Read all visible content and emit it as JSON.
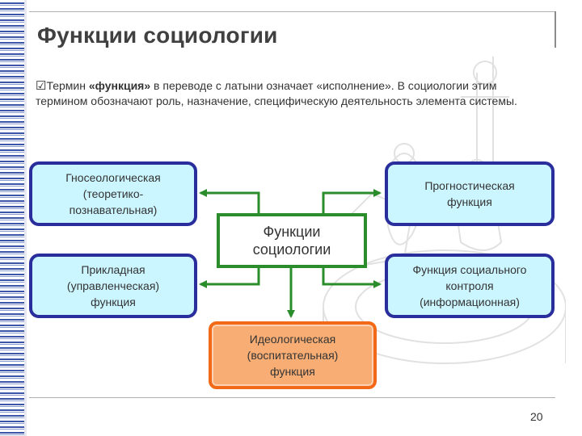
{
  "slide": {
    "title": "Функции социологии",
    "intro": {
      "checkbox_icon": "checkbox-icon",
      "prefix": "Термин ",
      "bold_term": "«функция»",
      "rest": " в переводе с латыни означает «исполнение». В социологии этим термином обозначают роль, назначение, специфическую деятельность элемента системы."
    },
    "page_number": "20"
  },
  "diagram": {
    "center": {
      "line1": "Функции",
      "line2": "социологии"
    },
    "boxes": {
      "gnoseological": {
        "line1": "Гносеологическая",
        "line2": "(теоретико-",
        "line3": "познавательная)"
      },
      "prognostic": {
        "line1": "Прогностическая",
        "line2": "функция"
      },
      "applied": {
        "line1": "Прикладная",
        "line2": "(управленческая)",
        "line3": "функция"
      },
      "social_control": {
        "line1": "Функция социального",
        "line2": "контроля",
        "line3": "(информационная)"
      },
      "ideological": {
        "line1": "Идеологическая",
        "line2": "(воспитательная)",
        "line3": "функция"
      }
    },
    "colors": {
      "blue_fill": "#ccf6ff",
      "blue_border": "#2a2d9c",
      "green_border": "#2b8c2b",
      "orange_fill": "#f7ad74",
      "orange_border": "#f26a18"
    }
  }
}
